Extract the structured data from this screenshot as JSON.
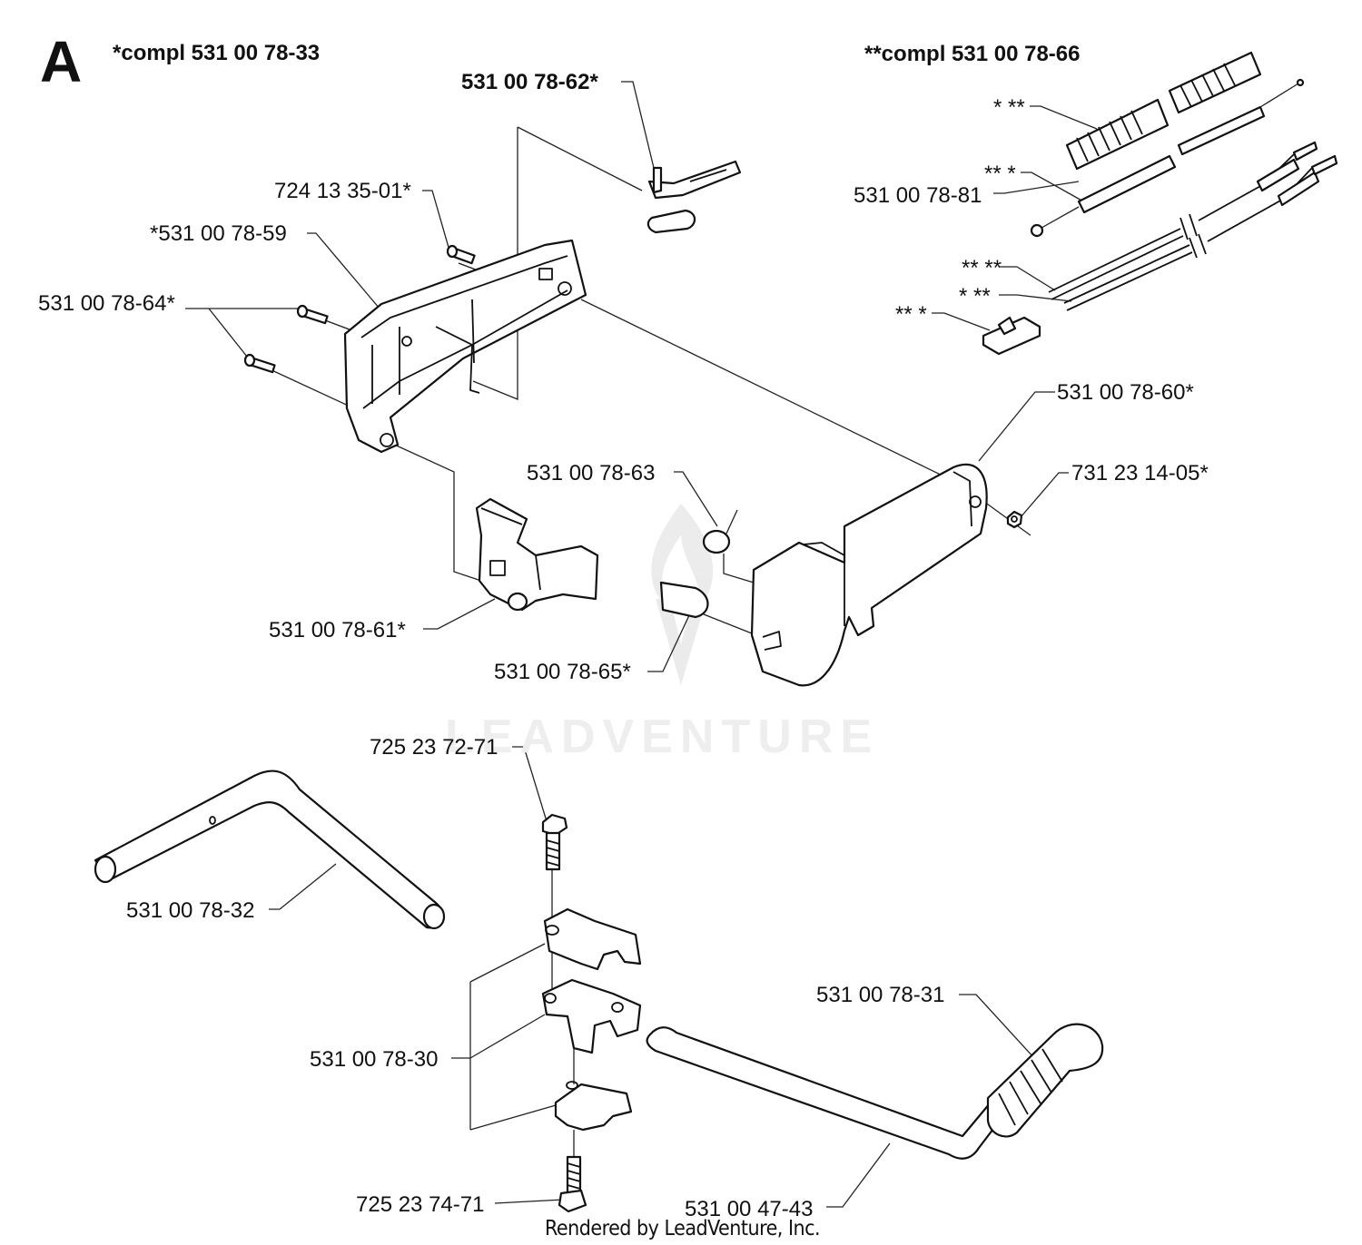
{
  "section_letter": "A",
  "kit_headers": {
    "left": "*compl 531 00 78-33",
    "right": "**compl 531 00 78-66"
  },
  "part_labels": {
    "p62": "531 00 78-62*",
    "p724_1335": "724 13 35-01*",
    "p59": "*531 00 78-59",
    "p64": "531 00 78-64*",
    "p60": "531 00 78-60*",
    "p63": "531 00 78-63",
    "p731": "731 23 14-05*",
    "p61": "531 00 78-61*",
    "p65": "531 00 78-65*",
    "p81": "531 00 78-81",
    "p725_7271": "725 23 72-71",
    "p32": "531 00 78-32",
    "p31": "531 00 78-31",
    "p30": "531 00 78-30",
    "p725_7471": "725 23 74-71",
    "p47_43": "531 00 47-43"
  },
  "star_labels": {
    "s1": "* **",
    "s2": "** *",
    "s3": "** **",
    "s4": "* **",
    "s5": "** *"
  },
  "watermark": "LEADVENTURE",
  "footer": "Rendered by LeadVenture, Inc."
}
